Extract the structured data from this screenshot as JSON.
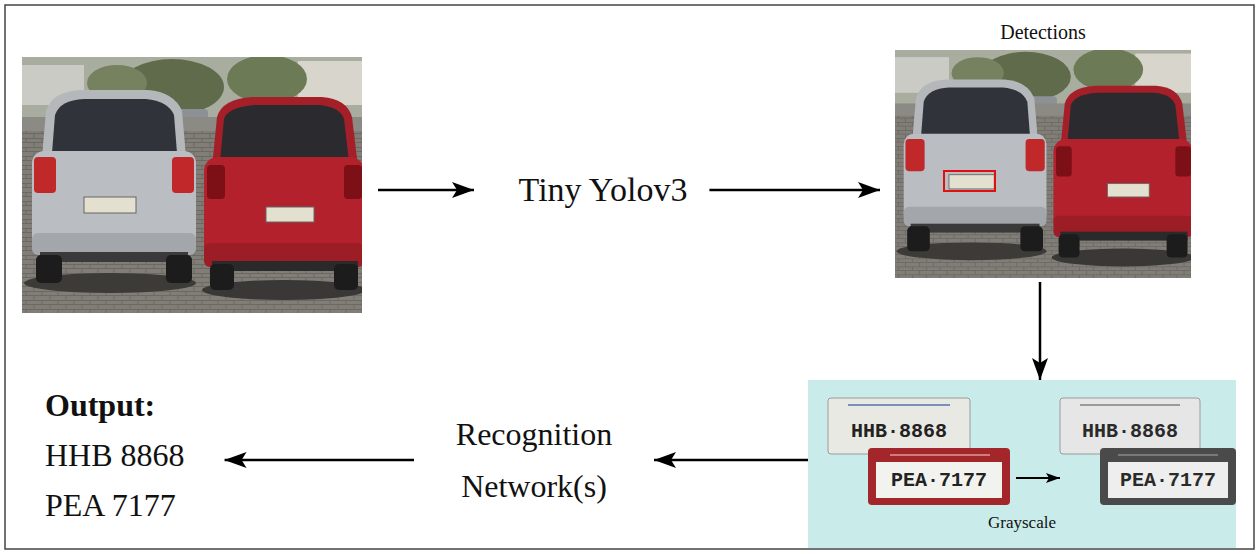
{
  "diagram": {
    "nodes": [
      {
        "text": [
          "Tiny Yolov3"
        ]
      },
      {
        "text": [
          "Detections"
        ]
      },
      {
        "text": [
          "Grayscale"
        ]
      },
      {
        "text": [
          "Recognition Network(s)"
        ]
      },
      {
        "text": [
          "Output:",
          "HHB 8868",
          "PEA 7177"
        ]
      }
    ],
    "edges": [
      {
        "from": 0,
        "to": 1,
        "arrow": "to"
      },
      {
        "from": 1,
        "to": 2,
        "arrow": "to"
      },
      {
        "from": 2,
        "to": 3,
        "arrow": "to"
      },
      {
        "from": 3,
        "to": 4,
        "arrow": "to"
      }
    ],
    "labels": [
      "HHB·8868",
      "PEA·7177",
      "HHB·8868",
      "PEA·7177"
    ]
  }
}
